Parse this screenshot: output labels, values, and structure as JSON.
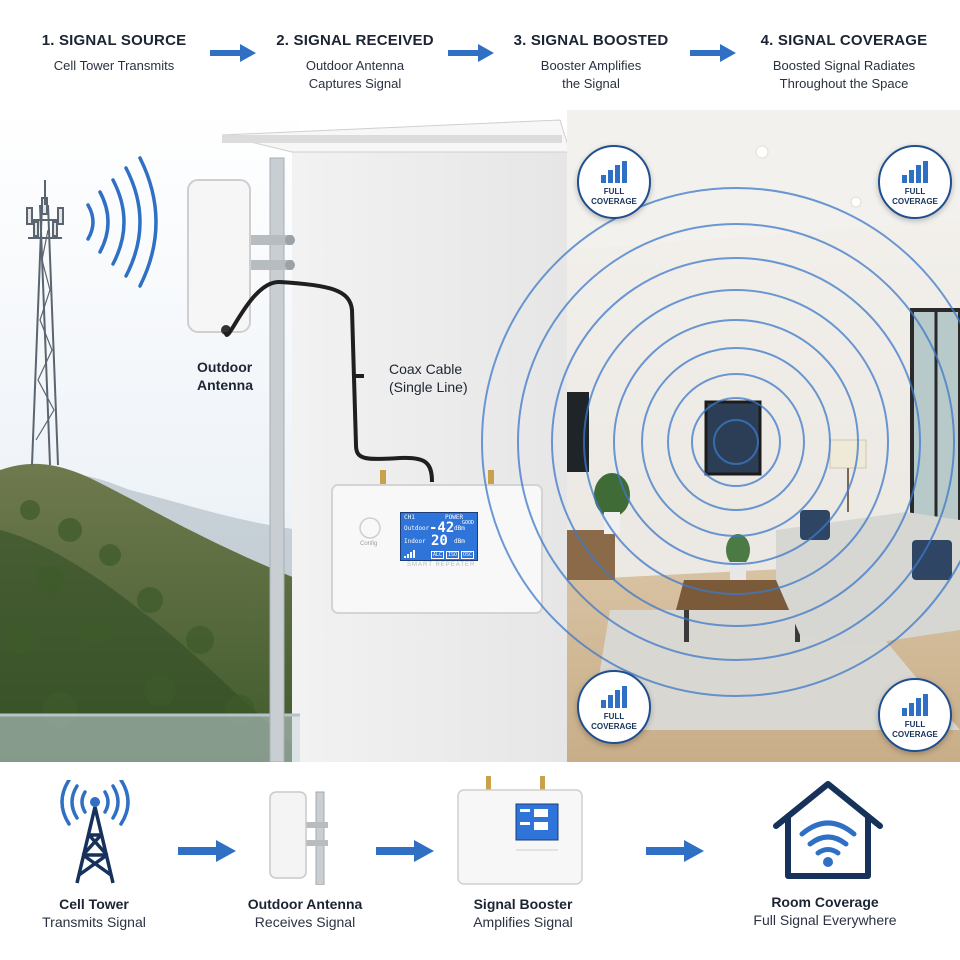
{
  "steps": [
    {
      "title": "1. SIGNAL SOURCE",
      "desc": "Cell Tower Transmits"
    },
    {
      "title": "2. SIGNAL RECEIVED",
      "desc": "Outdoor Antenna\nCaptures Signal"
    },
    {
      "title": "3. SIGNAL BOOSTED",
      "desc": "Booster Amplifies\nthe Signal"
    },
    {
      "title": "4. SIGNAL COVERAGE",
      "desc": "Boosted Signal Radiates\nThroughout the Space"
    }
  ],
  "scene": {
    "antenna_label": "Outdoor\nAntenna",
    "cable_label": "Coax Cable\n(Single Line)",
    "badge_text": "FULL\nCOVERAGE",
    "booster": {
      "brand": "SMART REPEATER",
      "config_label": "Config",
      "lcd": {
        "ch": "CH1",
        "power": "POWER",
        "outdoor_label": "Outdoor",
        "outdoor_value": "-42",
        "outdoor_unit": "dBm",
        "outdoor_status": "GOOD",
        "indoor_label": "Indoor",
        "indoor_value": "20",
        "indoor_unit": "dBm",
        "indicators": [
          "ALC",
          "ISO",
          "OSC"
        ]
      }
    }
  },
  "bottom": [
    {
      "title": "Cell Tower",
      "desc": "Transmits Signal"
    },
    {
      "title": "Outdoor Antenna",
      "desc": "Receives Signal"
    },
    {
      "title": "Signal Booster",
      "desc": "Amplifies Signal"
    },
    {
      "title": "Room Coverage",
      "desc": "Full Signal Everywhere"
    }
  ],
  "colors": {
    "accent_blue": "#2f6fc4",
    "navy": "#16325a",
    "lcd_blue": "#2f74d8"
  }
}
